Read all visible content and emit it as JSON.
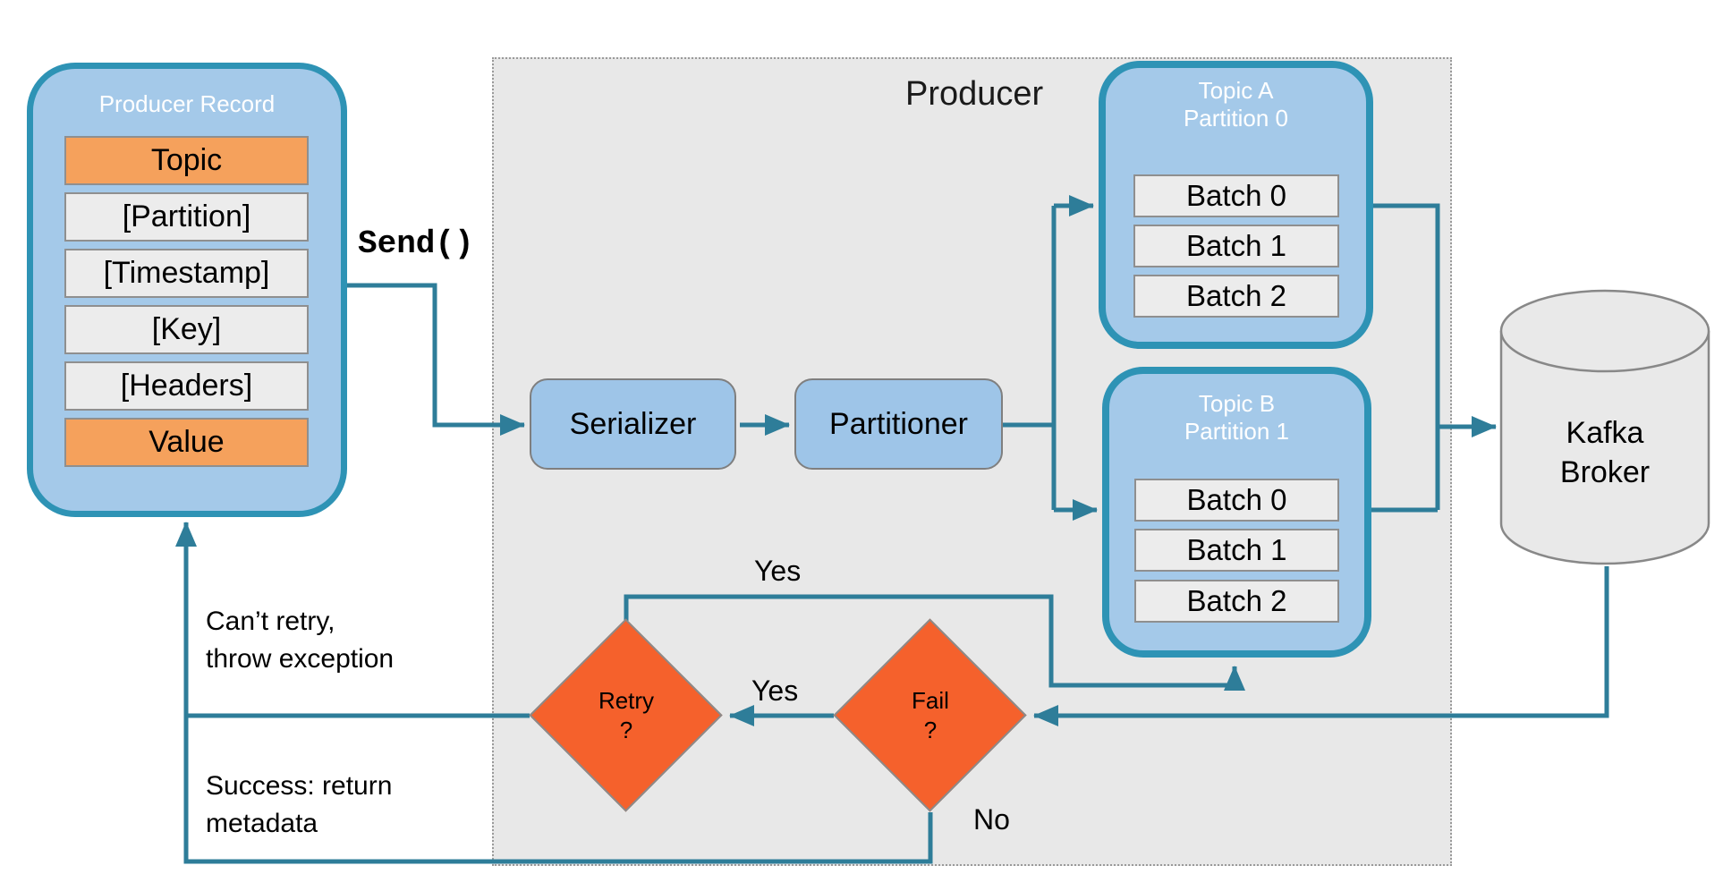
{
  "region_title": "Producer",
  "send_label": "Send()",
  "producer_record": {
    "title": "Producer Record",
    "rows": [
      {
        "label": "Topic",
        "style": "orange"
      },
      {
        "label": "[Partition]",
        "style": "gray"
      },
      {
        "label": "[Timestamp]",
        "style": "gray"
      },
      {
        "label": "[Key]",
        "style": "gray"
      },
      {
        "label": "[Headers]",
        "style": "gray"
      },
      {
        "label": "Value",
        "style": "orange"
      }
    ]
  },
  "serializer_label": "Serializer",
  "partitioner_label": "Partitioner",
  "topic_a": {
    "title_line1": "Topic A",
    "title_line2": "Partition 0",
    "batches": [
      "Batch 0",
      "Batch 1",
      "Batch 2"
    ]
  },
  "topic_b": {
    "title_line1": "Topic B",
    "title_line2": "Partition 1",
    "batches": [
      "Batch 0",
      "Batch 1",
      "Batch 2"
    ]
  },
  "broker": {
    "line1": "Kafka",
    "line2": "Broker"
  },
  "retry_diamond": {
    "line1": "Retry",
    "line2": "?"
  },
  "fail_diamond": {
    "line1": "Fail",
    "line2": "?"
  },
  "labels": {
    "yes_top": "Yes",
    "yes_mid": "Yes",
    "no": "No",
    "cant_retry_line1": "Can’t retry,",
    "cant_retry_line2": "throw exception",
    "success_line1": "Success: return",
    "success_line2": "metadata"
  },
  "colors": {
    "line_teal": "#2E7D99",
    "box_border_teal": "#2E93B5",
    "record_fill_blue": "#A4C9E9",
    "process_fill_blue": "#9EC5E8",
    "orange_row": "#F5A15C",
    "diamond_orange": "#F5612C",
    "region_gray": "#E8E8E8",
    "row_gray": "#ECECEC",
    "cylinder_gray": "#E9E9E9"
  }
}
